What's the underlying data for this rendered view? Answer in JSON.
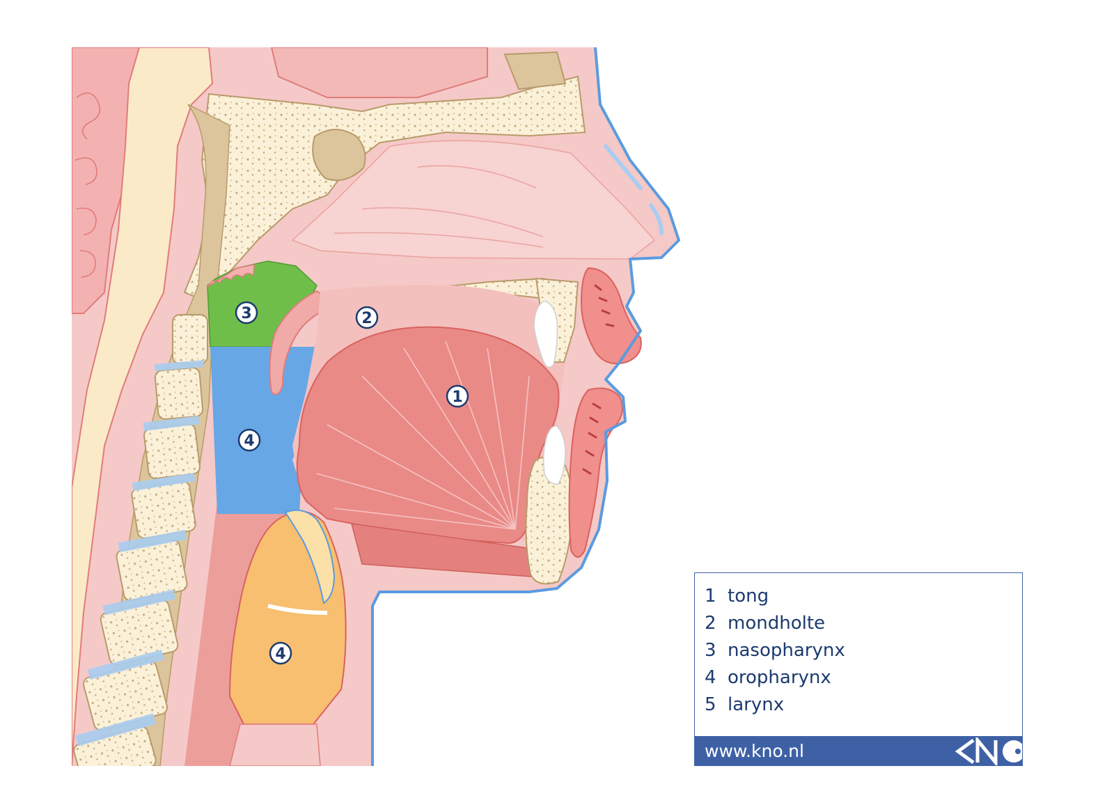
{
  "markers": {
    "tongue": "1",
    "oral_cavity": "2",
    "nasopharynx": "3",
    "oropharynx": "4",
    "larynx": "4"
  },
  "legend": {
    "items": [
      {
        "num": "1",
        "label": "tong"
      },
      {
        "num": "2",
        "label": "mondholte"
      },
      {
        "num": "3",
        "label": "nasopharynx"
      },
      {
        "num": "4",
        "label": "oropharynx"
      },
      {
        "num": "5",
        "label": "larynx"
      }
    ],
    "url": "www.kno.nl",
    "logo_text": "KNO"
  },
  "colors": {
    "skin_outline": "#5b9be0",
    "soft_tissue": "#f5c9c7",
    "bone": "#fbf1d9",
    "bone_tan": "#dcc59d",
    "tongue": "#e98a87",
    "nasopharynx": "#6fbe4a",
    "oropharynx": "#67a7e6",
    "larynx": "#f7bf6f",
    "brand_blue": "#3e61a6",
    "marker_text": "#1c3a6e"
  }
}
